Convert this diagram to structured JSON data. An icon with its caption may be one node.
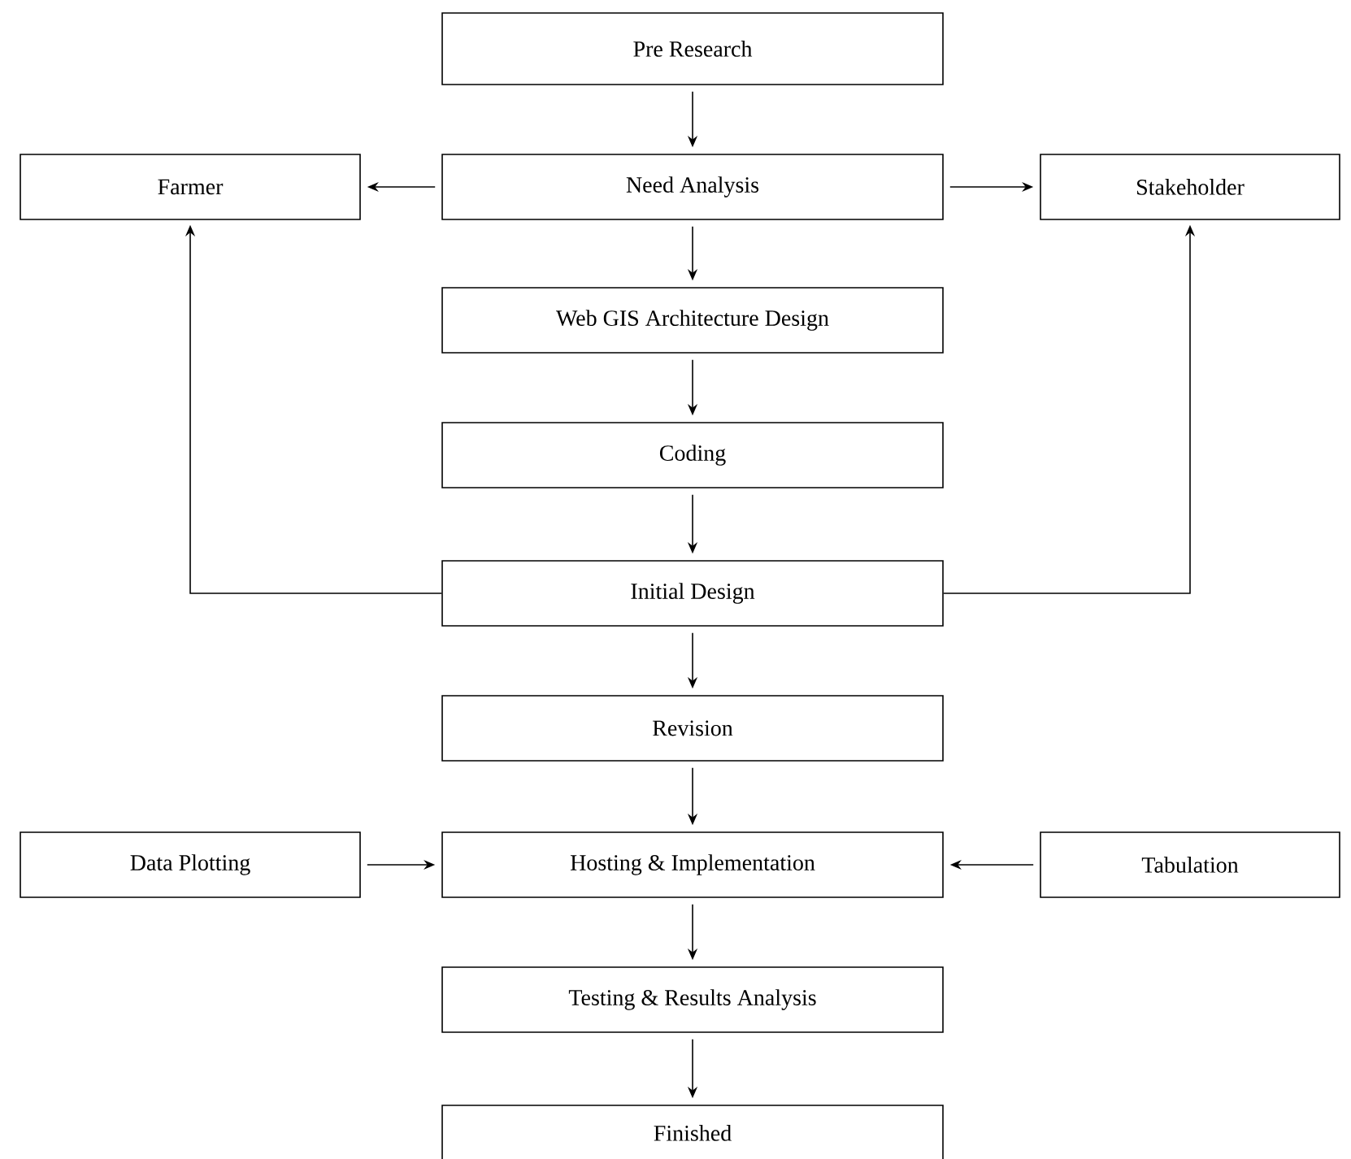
{
  "diagram": {
    "nodes": [
      {
        "text": [
          "Pre Research"
        ]
      },
      {
        "text": [
          "Farmer"
        ]
      },
      {
        "text": [
          "Need Analysis"
        ]
      },
      {
        "text": [
          "Stakeholder"
        ]
      },
      {
        "text": [
          "Web GIS Architecture Design"
        ]
      },
      {
        "text": [
          "Coding"
        ]
      },
      {
        "text": [
          "Initial Design"
        ]
      },
      {
        "text": [
          "Revision"
        ]
      },
      {
        "text": [
          "Data Plotting"
        ]
      },
      {
        "text": [
          "Hosting & Implementation"
        ]
      },
      {
        "text": [
          "Tabulation"
        ]
      },
      {
        "text": [
          "Testing & Results Analysis"
        ]
      },
      {
        "text": [
          "Finished"
        ]
      }
    ],
    "edges": [
      {
        "from": 0,
        "to": 2,
        "arrow": "to"
      },
      {
        "from": 2,
        "to": 1,
        "arrow": "to"
      },
      {
        "from": 2,
        "to": 3,
        "arrow": "to"
      },
      {
        "from": 2,
        "to": 4,
        "arrow": "to"
      },
      {
        "from": 4,
        "to": 5,
        "arrow": "to"
      },
      {
        "from": 5,
        "to": 6,
        "arrow": "to"
      },
      {
        "from": 6,
        "to": 1,
        "arrow": "to"
      },
      {
        "from": 6,
        "to": 3,
        "arrow": "to"
      },
      {
        "from": 6,
        "to": 7,
        "arrow": "to"
      },
      {
        "from": 7,
        "to": 9,
        "arrow": "to"
      },
      {
        "from": 8,
        "to": 9,
        "arrow": "to"
      },
      {
        "from": 10,
        "to": 9,
        "arrow": "to"
      },
      {
        "from": 9,
        "to": 11,
        "arrow": "to"
      },
      {
        "from": 11,
        "to": 12,
        "arrow": "to"
      }
    ]
  }
}
